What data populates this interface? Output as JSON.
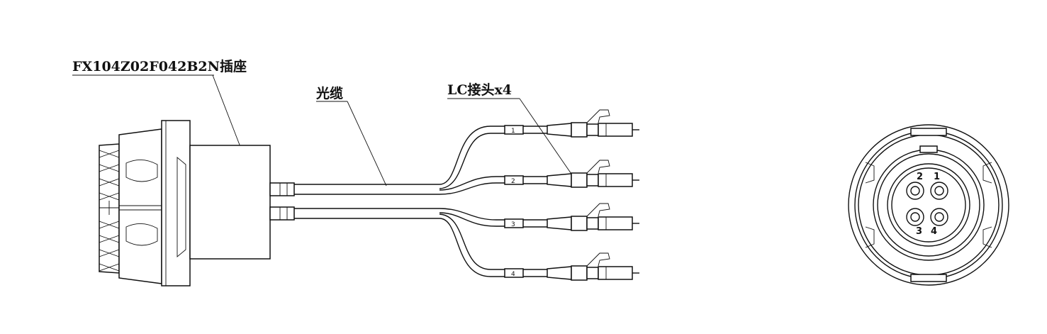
{
  "labels": {
    "receptacle": "FX104Z02F042B2N插座",
    "cable": "光缆",
    "lc_connector": "LC接头x4"
  },
  "branch_tags": [
    "1",
    "2",
    "3",
    "4"
  ],
  "pin_numbers": [
    "1",
    "2",
    "3",
    "4"
  ]
}
